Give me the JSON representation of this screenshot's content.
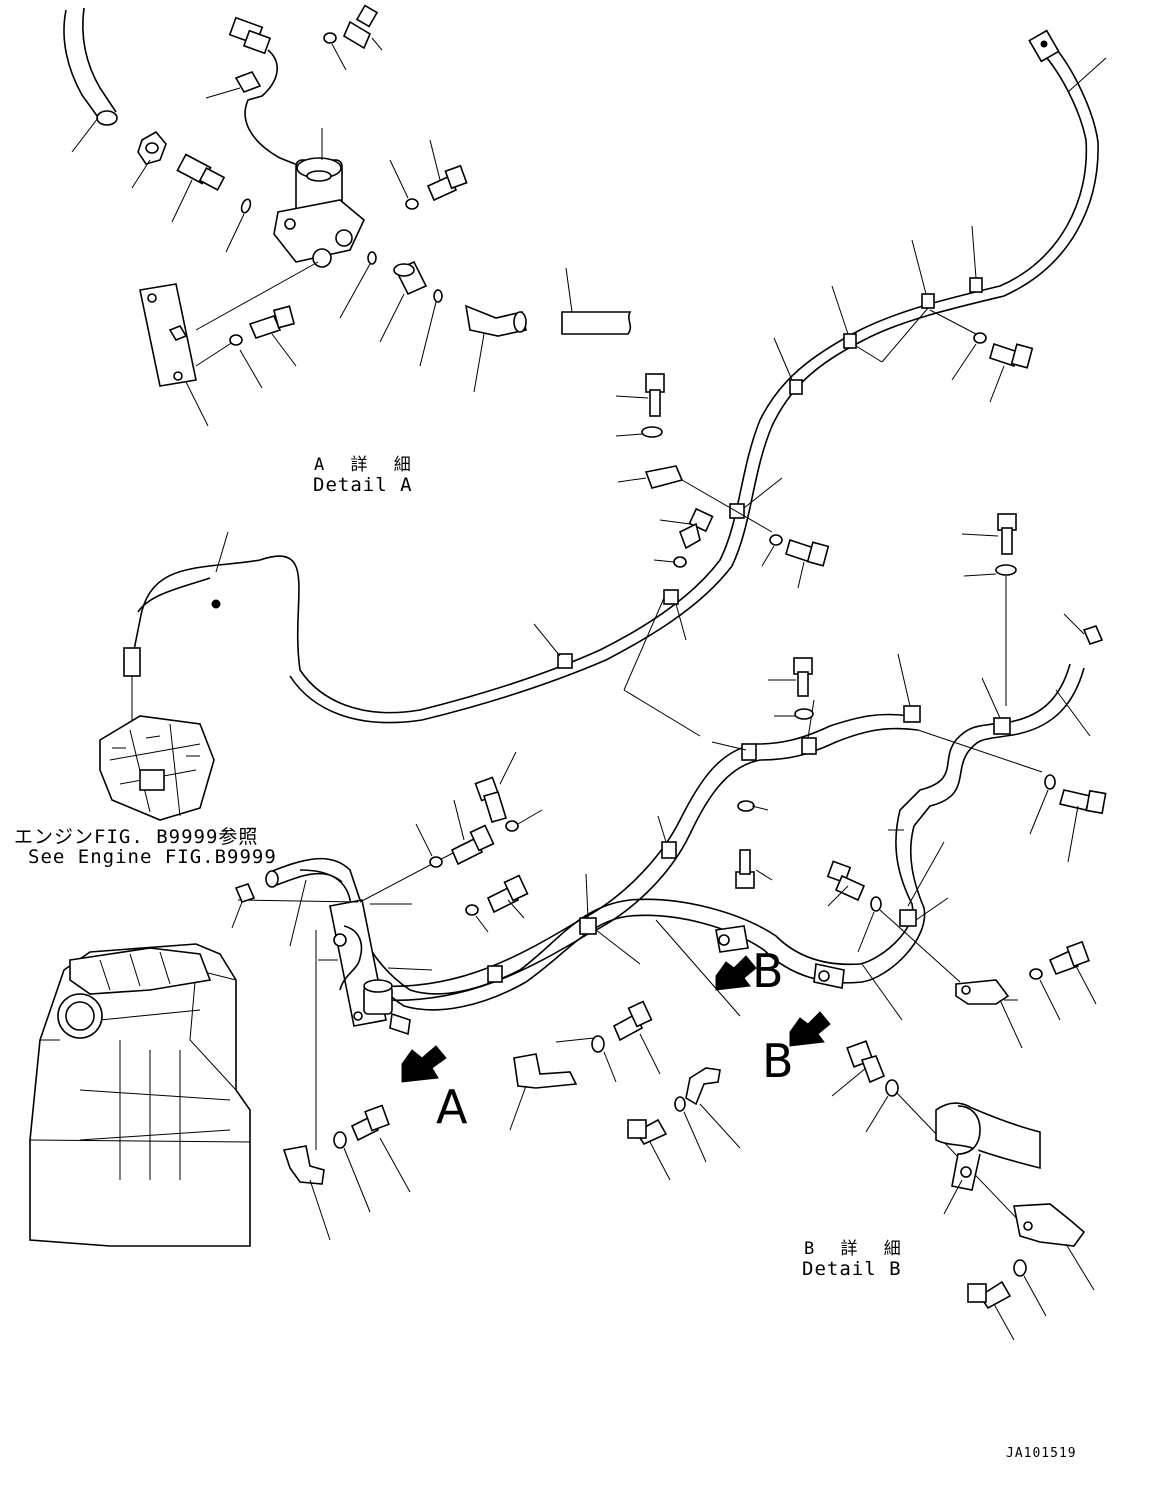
{
  "detail_a": {
    "jp": "A 詳 細",
    "en": "Detail A"
  },
  "detail_b": {
    "jp": "B 詳 細",
    "en": "Detail B"
  },
  "engine_ref": {
    "jp": "エンジンFIG. B9999参照",
    "en": "See Engine FIG.B9999"
  },
  "view_labels": {
    "a": "A",
    "b_upper": "B",
    "b_lower": "B"
  },
  "drawing_number": "JA101519"
}
